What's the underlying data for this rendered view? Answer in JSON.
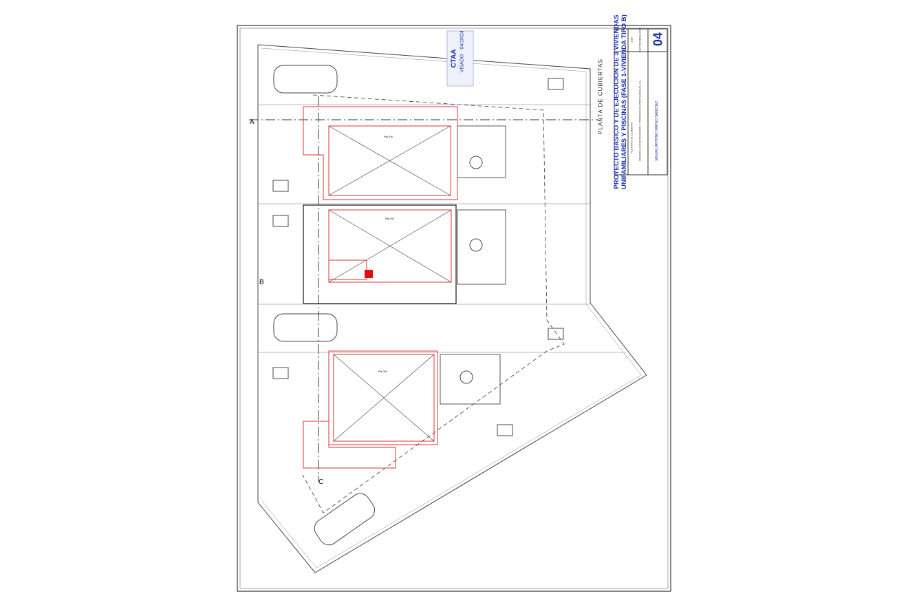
{
  "sheet": {
    "plan_title": "PLANTA DE CUBIERTAS",
    "section_marks": [
      "A",
      "B",
      "C"
    ],
    "slope_label": "Pte.3%",
    "title_block": {
      "project": "PROYECTO BASICO Y DE EJECUCION DE 3 VIVIENDAS",
      "project_line2": "UNIFAMILIARES Y PISCINAS (FASE 1-VIVIENDA TIPO B)",
      "drawing": "PLANTAS DE CUBIERTA",
      "scale": "1:50",
      "date": "SEPTIEMBRE-2024",
      "client": "ARIASOL CONSTRUCCION Y PROMOCION PROFESIONAL S.L.",
      "architect": "MIGUEL ANTONIO MATEO SANCHEZ",
      "sheet_number": "04"
    },
    "stamp": {
      "org": "CTAA",
      "label": "VISADO",
      "date": "04/10/24"
    },
    "colors": {
      "line": "#222222",
      "roof": "#e03030",
      "title": "#1a2fb0"
    }
  }
}
